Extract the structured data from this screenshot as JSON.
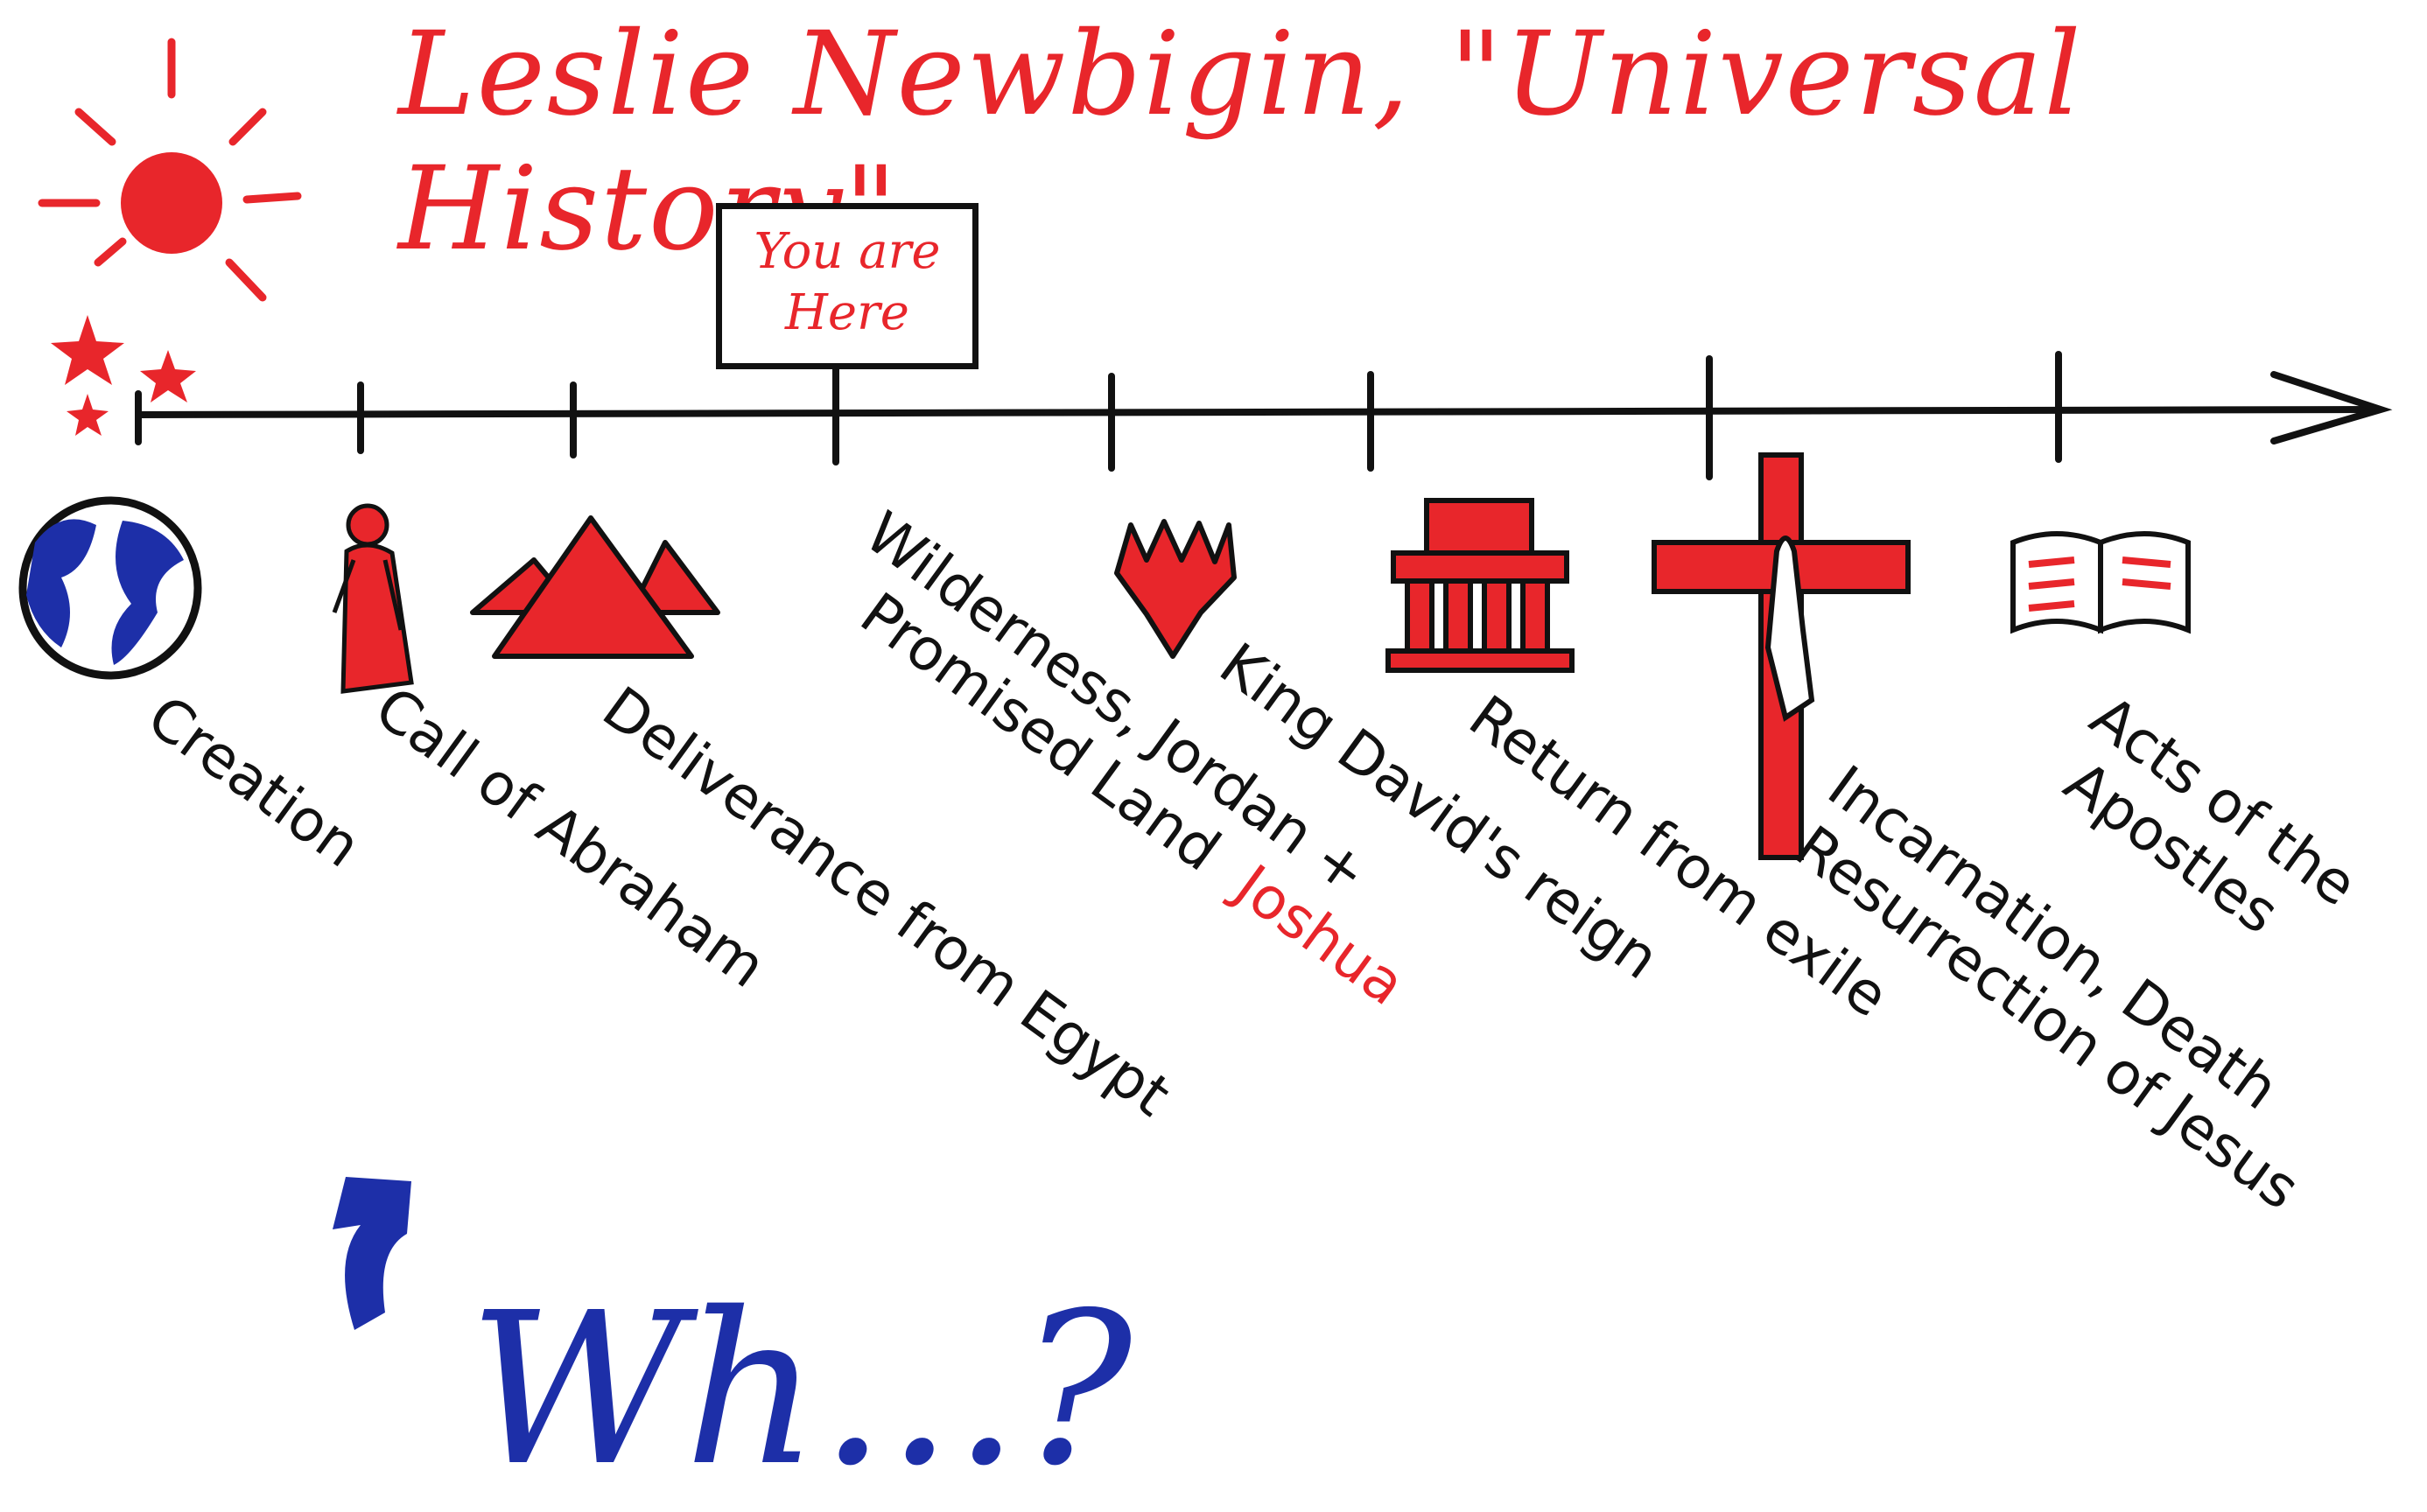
{
  "title": "Leslie Newbigin, \"Universal History\"",
  "marker": {
    "line1": "You are",
    "line2": "Here"
  },
  "events": [
    {
      "id": "creation",
      "lines": [
        "Creation"
      ]
    },
    {
      "id": "abraham",
      "lines": [
        "Call of Abraham"
      ]
    },
    {
      "id": "deliverance",
      "lines": [
        "Deliverance from Egypt"
      ]
    },
    {
      "id": "wilderness",
      "lines": [
        "Wilderness, Jordan +",
        "Promised Land"
      ],
      "highlight": "Joshua"
    },
    {
      "id": "david",
      "lines": [
        "King David's reign"
      ]
    },
    {
      "id": "exile",
      "lines": [
        "Return from exile"
      ]
    },
    {
      "id": "jesus",
      "lines": [
        "Incarnation, Death",
        "Resurrection of Jesus"
      ]
    },
    {
      "id": "acts",
      "lines": [
        "Acts of the",
        "Apostles"
      ]
    }
  ],
  "bottom_text": "Wh...?",
  "colors": {
    "ink": "#111111",
    "red": "#e8262b",
    "blue": "#1d2fa8"
  },
  "icons": [
    "sun-icon",
    "globe-icon",
    "person-icon",
    "pyramids-icon",
    "crown-icon",
    "temple-icon",
    "cross-icon",
    "open-book-icon"
  ]
}
